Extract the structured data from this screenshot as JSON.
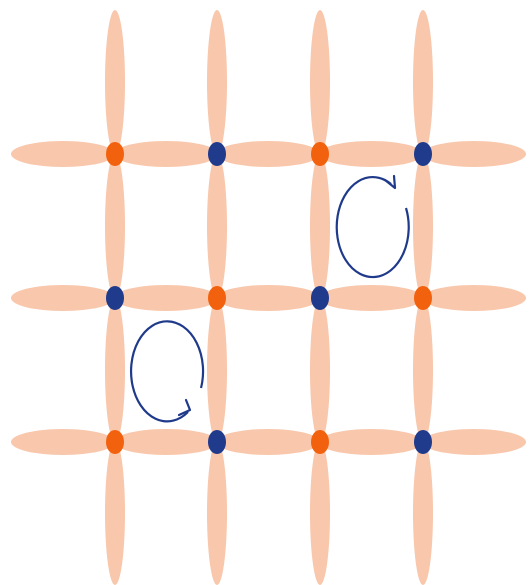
{
  "colors": {
    "background": "#ffffff",
    "lobe": "#f8c7ac",
    "site_orange": "#f2620e",
    "site_blue": "#203a8c",
    "arrow": "#1f3a8a"
  },
  "lattice": {
    "columns": 4,
    "rows": 3,
    "site_pattern": [
      [
        "orange",
        "blue",
        "orange",
        "blue"
      ],
      [
        "blue",
        "orange",
        "blue",
        "orange"
      ],
      [
        "orange",
        "blue",
        "orange",
        "blue"
      ]
    ]
  },
  "circulations": [
    {
      "cell": [
        2,
        0
      ],
      "direction": "clockwise"
    },
    {
      "cell": [
        0,
        1
      ],
      "direction": "counterclockwise"
    }
  ]
}
